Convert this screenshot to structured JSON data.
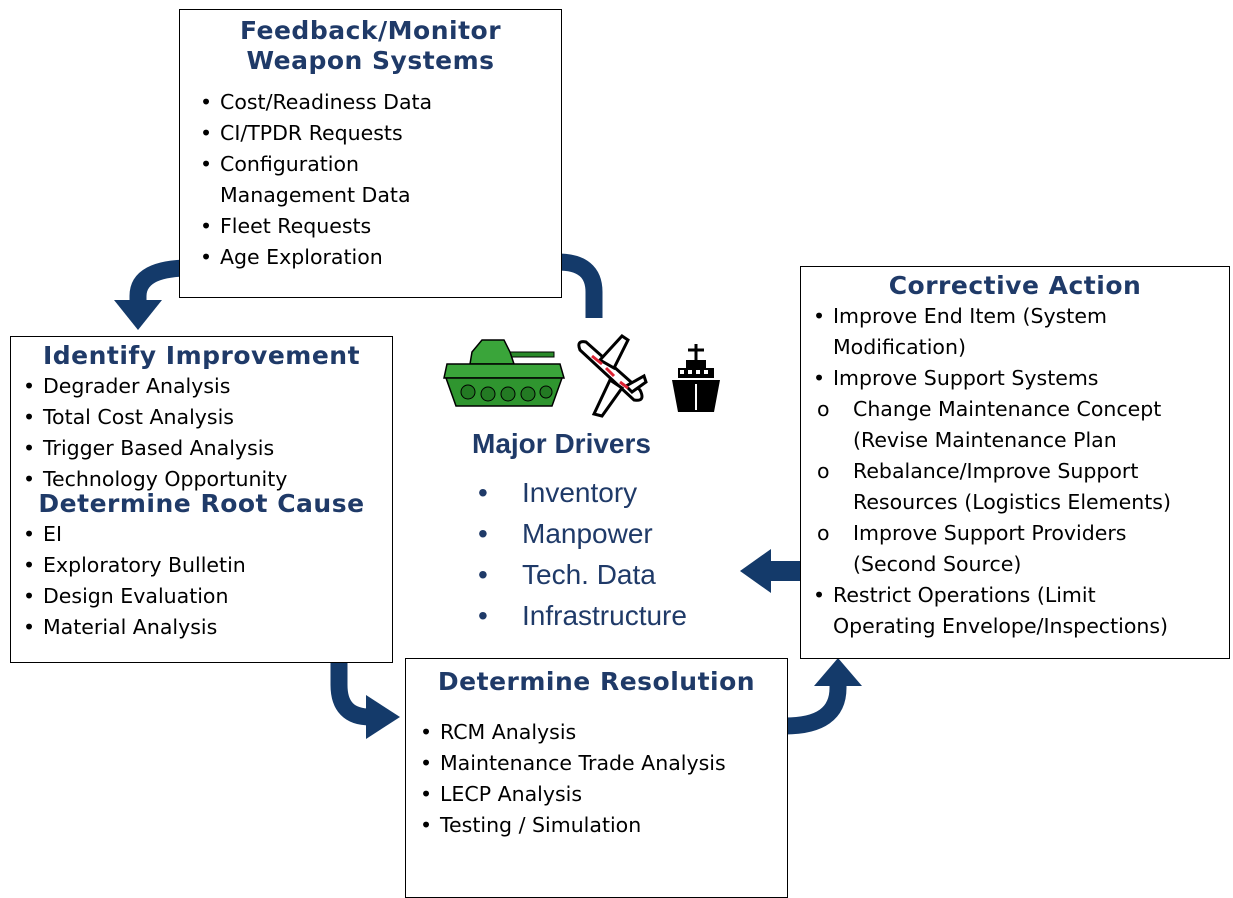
{
  "feedback": {
    "title_line1": "Feedback/Monitor",
    "title_line2": "Weapon Systems",
    "items": [
      "Cost/Readiness Data",
      "CI/TPDR Requests",
      "Configuration",
      "Management Data",
      "Fleet Requests",
      "Age Exploration"
    ]
  },
  "identify": {
    "title": "Identify Improvement",
    "items": [
      "Degrader Analysis",
      "Total Cost Analysis",
      "Trigger Based Analysis",
      "Technology Opportunity"
    ],
    "root_title": "Determine Root Cause",
    "root_items": [
      "EI",
      "Exploratory Bulletin",
      "Design Evaluation",
      "Material Analysis"
    ]
  },
  "resolution": {
    "title": "Determine Resolution",
    "items": [
      "RCM Analysis",
      "Maintenance Trade Analysis",
      "LECP Analysis",
      "Testing / Simulation"
    ]
  },
  "corrective": {
    "title": "Corrective Action",
    "items": [
      "Improve End Item (System",
      "Modification)",
      "Improve Support Systems",
      "Change Maintenance Concept",
      "(Revise Maintenance Plan",
      "Rebalance/Improve Support",
      "Resources (Logistics Elements)",
      "Improve Support Providers",
      "(Second Source)",
      "Restrict Operations (Limit",
      "Operating Envelope/Inspections)"
    ]
  },
  "drivers": {
    "title": "Major Drivers",
    "items": [
      "Inventory",
      "Manpower",
      "Tech. Data",
      "Infrastructure"
    ]
  },
  "colors": {
    "title": "#1f3a68",
    "arrow": "#143a6a",
    "tank": "#3aa53a"
  },
  "icons": [
    "tank-icon",
    "airplane-icon",
    "ship-icon"
  ]
}
